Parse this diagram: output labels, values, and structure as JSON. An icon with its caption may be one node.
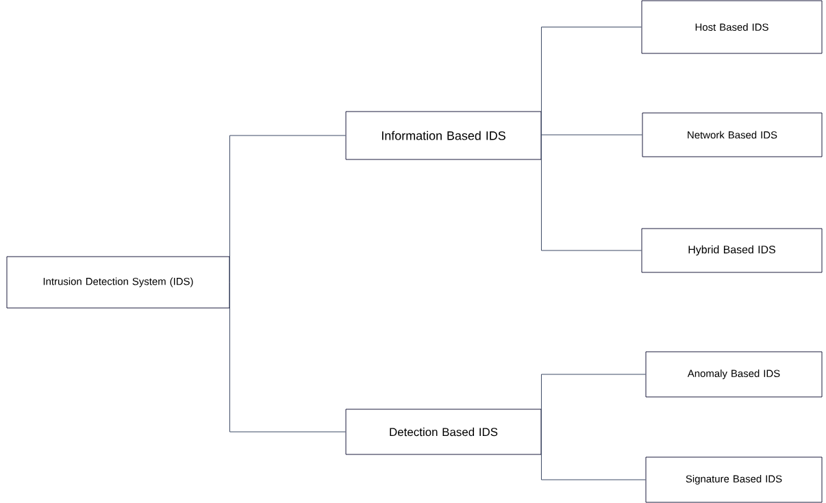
{
  "diagram": {
    "nodes": [
      {
        "text": [
          "Intrusion Detection System (IDS)"
        ]
      },
      {
        "text": [
          "Information Based IDS"
        ]
      },
      {
        "text": [
          "Detection Based IDS"
        ]
      },
      {
        "text": [
          "Host Based IDS"
        ]
      },
      {
        "text": [
          "Network Based IDS"
        ]
      },
      {
        "text": [
          "Hybrid Based IDS"
        ]
      },
      {
        "text": [
          "Anomaly Based IDS"
        ]
      },
      {
        "text": [
          "Signature Based IDS"
        ]
      }
    ],
    "edges": [
      {
        "from": 0,
        "to": 1,
        "arrow": "none"
      },
      {
        "from": 0,
        "to": 2,
        "arrow": "none"
      },
      {
        "from": 1,
        "to": 3,
        "arrow": "none"
      },
      {
        "from": 1,
        "to": 4,
        "arrow": "none"
      },
      {
        "from": 1,
        "to": 5,
        "arrow": "none"
      },
      {
        "from": 2,
        "to": 6,
        "arrow": "none"
      },
      {
        "from": 2,
        "to": 7,
        "arrow": "none"
      }
    ]
  }
}
